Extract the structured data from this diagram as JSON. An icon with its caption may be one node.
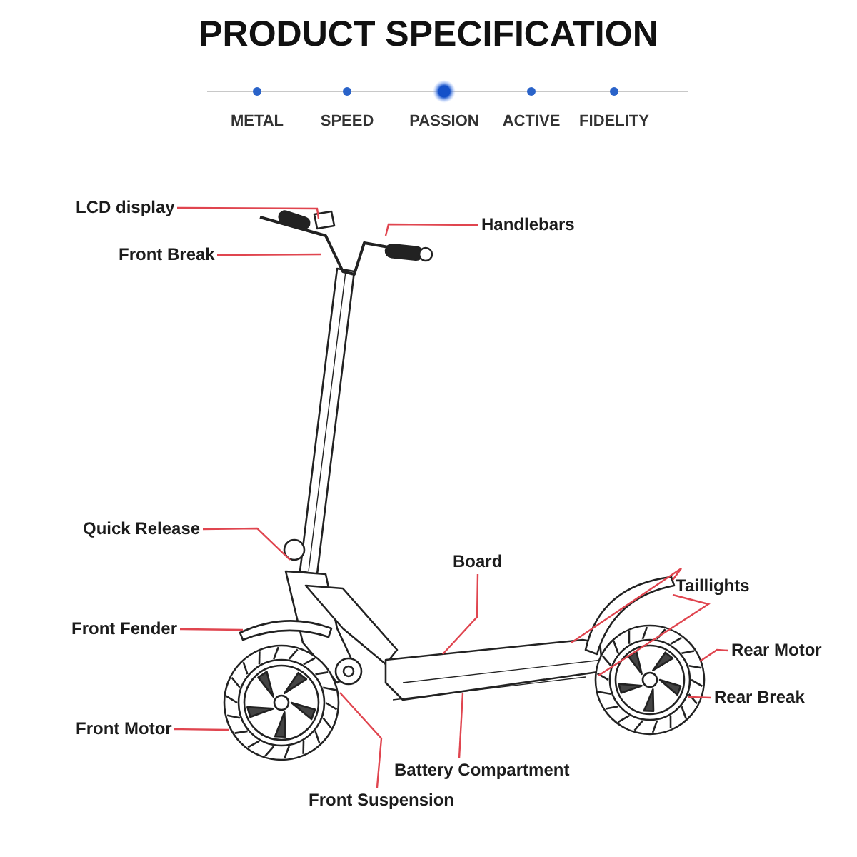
{
  "diagram": {
    "title": "PRODUCT SPECIFICATION",
    "nodes": [
      {
        "text": [
          "LCD display"
        ]
      },
      {
        "text": [
          "Front Break"
        ]
      },
      {
        "text": [
          "Handlebars"
        ]
      },
      {
        "text": [
          "Quick Release"
        ]
      },
      {
        "text": [
          "Board"
        ]
      },
      {
        "text": [
          "Taillights"
        ]
      },
      {
        "text": [
          "Front Fender"
        ]
      },
      {
        "text": [
          "Rear Motor"
        ]
      },
      {
        "text": [
          "Rear Break"
        ]
      },
      {
        "text": [
          "Front Motor"
        ]
      },
      {
        "text": [
          "Battery Compartment"
        ]
      },
      {
        "text": [
          "Front Suspension"
        ]
      }
    ],
    "edges": [
      {
        "from": 0,
        "to": null,
        "arrow": "none"
      },
      {
        "from": 1,
        "to": null,
        "arrow": "none"
      },
      {
        "from": 2,
        "to": null,
        "arrow": "none"
      },
      {
        "from": 3,
        "to": null,
        "arrow": "none"
      },
      {
        "from": 4,
        "to": null,
        "arrow": "none"
      },
      {
        "from": 5,
        "to": null,
        "arrow": "none"
      },
      {
        "from": 5,
        "to": null,
        "arrow": "none"
      },
      {
        "from": 6,
        "to": null,
        "arrow": "none"
      },
      {
        "from": 7,
        "to": null,
        "arrow": "none"
      },
      {
        "from": 8,
        "to": null,
        "arrow": "none"
      },
      {
        "from": 9,
        "to": null,
        "arrow": "none"
      },
      {
        "from": 10,
        "to": null,
        "arrow": "none"
      },
      {
        "from": 11,
        "to": null,
        "arrow": "none"
      }
    ],
    "labels": [
      "METAL",
      "SPEED",
      "PASSION",
      "ACTIVE",
      "FIDELITY"
    ]
  }
}
